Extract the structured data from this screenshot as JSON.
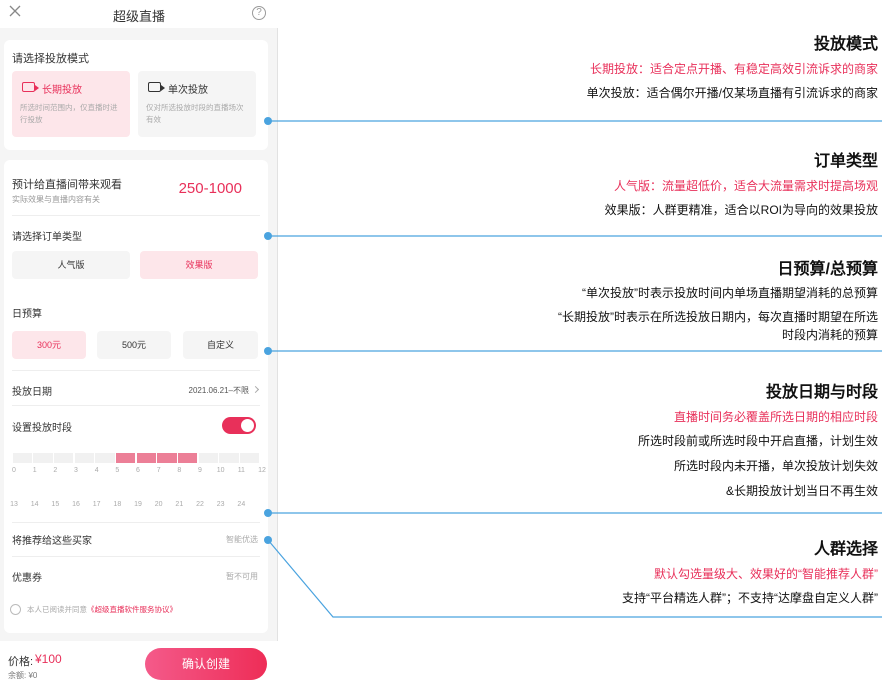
{
  "header": {
    "title": "超级直播",
    "close_icon": "close-icon",
    "help_glyph": "?"
  },
  "mode_section": {
    "label": "请选择投放模式",
    "options": [
      {
        "name": "长期投放",
        "desc": "所选时间范围内，仅直播时进行投放",
        "selected": true
      },
      {
        "name": "单次投放",
        "desc": "仅对所选投放时段的直播场次有效",
        "selected": false
      }
    ]
  },
  "estimate": {
    "label": "预计给直播间带来观看",
    "sub": "实际效果与直播内容有关",
    "range": "250-1000"
  },
  "order_type": {
    "label": "请选择订单类型",
    "options": [
      {
        "label": "人气版",
        "selected": false
      },
      {
        "label": "效果版",
        "selected": true
      }
    ]
  },
  "budget": {
    "label": "日预算",
    "options": [
      {
        "label": "300元",
        "selected": true
      },
      {
        "label": "500元",
        "selected": false
      },
      {
        "label": "自定义",
        "selected": false
      }
    ]
  },
  "date": {
    "label": "投放日期",
    "value": "2021.06.21–不限"
  },
  "time_period": {
    "label": "设置投放时段",
    "enabled": true,
    "ticks_row1": [
      "0",
      "1",
      "2",
      "3",
      "4",
      "5",
      "6",
      "7",
      "8",
      "9",
      "10",
      "11",
      "12"
    ],
    "ticks_row2": [
      "13",
      "14",
      "15",
      "16",
      "17",
      "18",
      "19",
      "20",
      "21",
      "22",
      "23",
      "24"
    ],
    "selected_hours": [
      5,
      9
    ]
  },
  "audience": {
    "label": "将推荐给这些买家",
    "value": "智能优选"
  },
  "coupon": {
    "label": "优惠券",
    "value": "暂不可用"
  },
  "agreement": {
    "prefix": "本人已阅读并同意",
    "link": "《超级直播软件服务协议》"
  },
  "footer": {
    "price_label": "价格:",
    "price": "¥100",
    "balance": "余额: ¥0",
    "confirm": "确认创建"
  },
  "annotations": [
    {
      "title": "投放模式",
      "red": [
        "长期投放：适合定点开播、有稳定高效引流诉求的商家"
      ],
      "black": [
        "单次投放：适合偶尔开播/仅某场直播有引流诉求的商家"
      ]
    },
    {
      "title": "订单类型",
      "red": [
        "人气版：流量超低价，适合大流量需求时提高场观"
      ],
      "black": [
        "效果版：人群更精准，适合以ROI为导向的效果投放"
      ]
    },
    {
      "title": "日预算/总预算",
      "red": [],
      "black": [
        "“单次投放”时表示投放时间内单场直播期望消耗的总预算",
        "“长期投放”时表示在所选投放日期内，每次直播时期望在所选",
        "时段内消耗的预算"
      ]
    },
    {
      "title": "投放日期与时段",
      "red": [
        "直播时间务必覆盖所选日期的相应时段"
      ],
      "black": [
        "所选时段前或所选时段中开启直播，计划生效",
        "所选时段内未开播，单次投放计划失效",
        "&长期投放计划当日不再生效"
      ]
    },
    {
      "title": "人群选择",
      "red": [
        "默认勾选量级大、效果好的“智能推荐人群”"
      ],
      "black": [
        "支持“平台精选人群”；不支持“达摩盘自定义人群”"
      ]
    }
  ],
  "colors": {
    "accent": "#e8305a",
    "accent_light": "#fde6ea",
    "connector": "#4aa3df"
  }
}
